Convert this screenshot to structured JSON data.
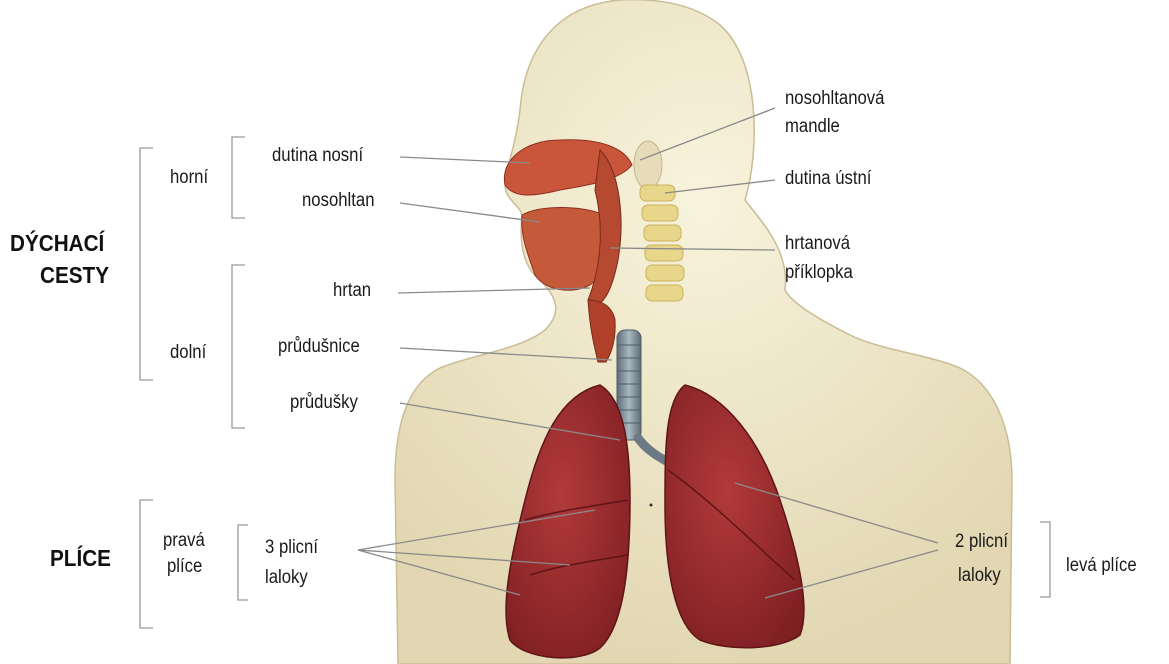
{
  "groups": {
    "airways": [
      "DÝCHACÍ",
      "CESTY"
    ],
    "lungs": "PLÍCE"
  },
  "subgroups": {
    "upper": "horní",
    "lower": "dolní",
    "right_lung": [
      "pravá",
      "plíce"
    ],
    "left_lung": "levá plíce"
  },
  "structures": {
    "nasal_cavity": "dutina nosní",
    "nasopharynx": "nosohltan",
    "larynx": "hrtan",
    "trachea": "průdušnice",
    "bronchi": "průdušky",
    "right_lobes": [
      "3 plicní",
      "laloky"
    ],
    "pharyngeal_tonsil": [
      "nosohltanová",
      "mandle"
    ],
    "oral_cavity": "dutina ústní",
    "epiglottis": [
      "hrtanová",
      "příklopka"
    ],
    "left_lobes": [
      "2 plicní",
      "laloky"
    ]
  },
  "colors": {
    "skin": "#efe7c8",
    "lung": "#9e2c2c",
    "tissue": "#c9553a",
    "spine": "#e8d68a",
    "trachea": "#7d8e99",
    "line": "#8a8a8a",
    "bracket": "#9a9a9a"
  }
}
